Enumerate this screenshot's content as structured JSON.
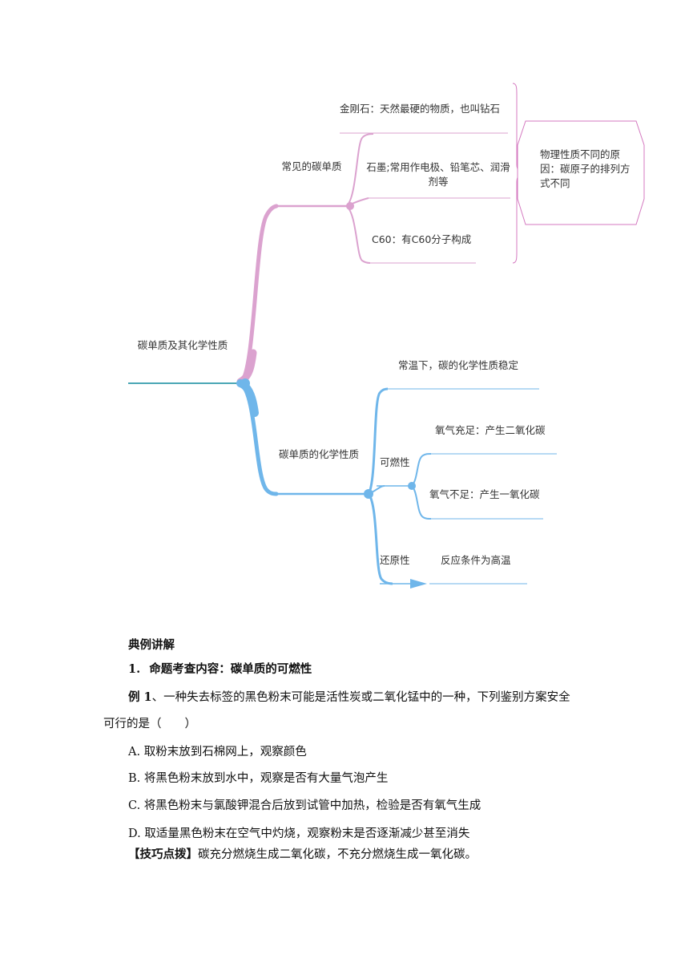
{
  "mindmap": {
    "root": "碳单质及其化学性质",
    "branch1": {
      "label": "常见的碳单质",
      "items": [
        "金刚石：天然最硬的物质，也叫钻石",
        "石墨;常用作电极、铅笔芯、润滑剂等",
        "C60：有C60分子构成"
      ],
      "note": "物理性质不同的原因：碳原子的排列方式不同"
    },
    "branch2": {
      "label": "碳单质的化学性质",
      "stable": "常温下，碳的化学性质稳定",
      "combustion": {
        "label": "可燃性",
        "items": [
          "氧气充足：产生二氧化碳",
          "氧气不足：产生一氧化碳"
        ]
      },
      "reduction": {
        "label": "还原性",
        "item": "反应条件为高温"
      }
    },
    "colors": {
      "pink": "#dba2cf",
      "blue": "#6fb6ea",
      "teal": "#4aa7b5",
      "note_border": "#d47ac0"
    }
  },
  "doc": {
    "section_title": "典例讲解",
    "q1_prefix": "1.",
    "q1_title": "命题考查内容：碳单质的可燃性",
    "example_label": "例 1",
    "example_text_line1": "、一种失去标签的黑色粉末可能是活性炭或二氧化锰中的一种，下列鉴别方案安全",
    "example_text_line2": "可行的是（　　）",
    "options": [
      "A. 取粉末放到石棉网上，观察颜色",
      "B. 将黑色粉末放到水中，观察是否有大量气泡产生",
      "C. 将黑色粉末与氯酸钾混合后放到试管中加热，检验是否有氧气生成",
      "D. 取适量黑色粉末在空气中灼烧，观察粉末是否逐渐减少甚至消失"
    ],
    "tip_label": "【技巧点拨】",
    "tip_text": "碳充分燃烧生成二氧化碳，不充分燃烧生成一氧化碳。"
  }
}
